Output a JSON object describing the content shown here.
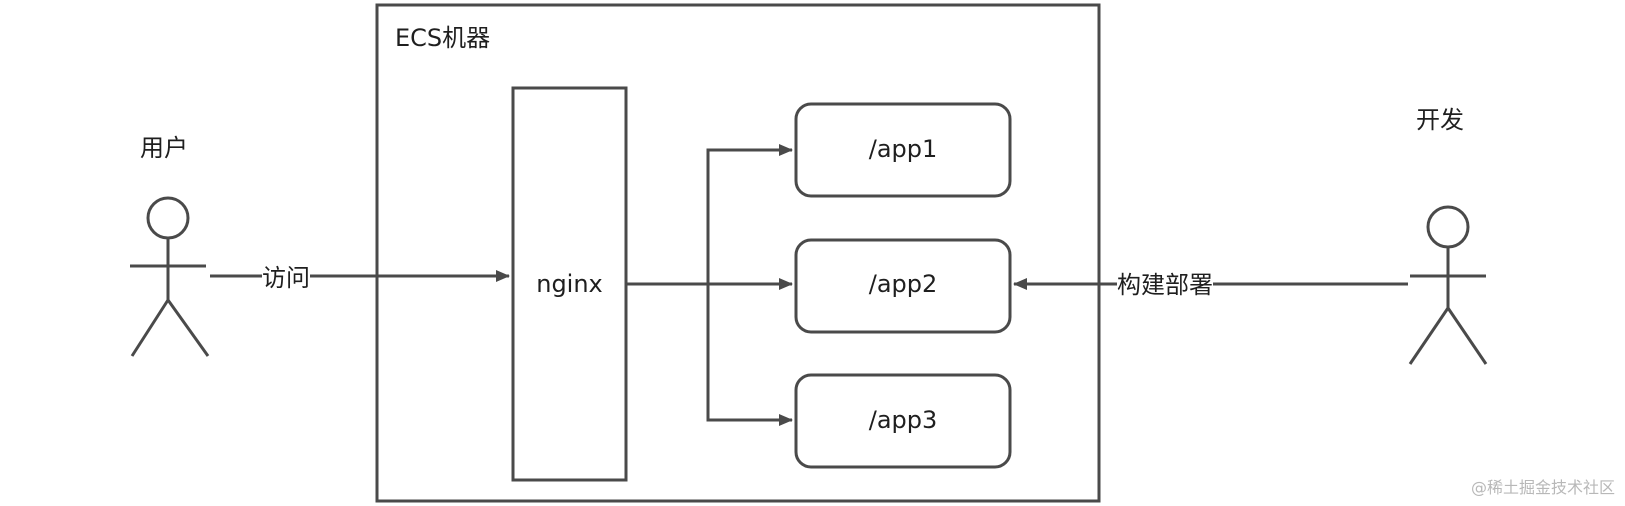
{
  "container": {
    "label": "ECS机器"
  },
  "nodes": {
    "nginx": "nginx",
    "app1": "/app1",
    "app2": "/app2",
    "app3": "/app3"
  },
  "actors": {
    "user": "用户",
    "developer": "开发"
  },
  "edges": {
    "visit": "访问",
    "deploy": "构建部署"
  },
  "watermark": "@稀土掘金技术社区",
  "colors": {
    "stroke": "#4a4a4a",
    "text": "#1f1f1f",
    "background": "#ffffff"
  }
}
